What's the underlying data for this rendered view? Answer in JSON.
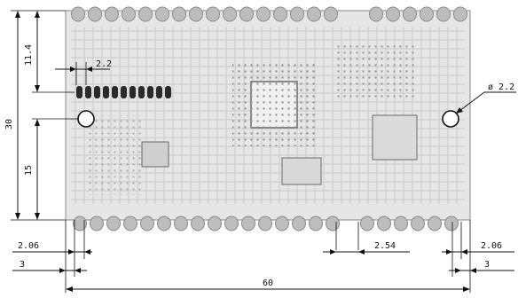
{
  "board": {
    "colors": {
      "background": "#ffffff",
      "board_fill": "#e6e6e6",
      "trace": "#9a9a9a",
      "pad": "#bdbdbd",
      "via": "#6e6e6e",
      "chip": "#a6a6a6",
      "dim_line": "#111111"
    },
    "top_pad_count": 16,
    "top_right_pad_count": 6,
    "bottom_pad_count": 16,
    "bottom_right_pad_count": 6,
    "header_pin_count": 11
  },
  "dimensions": {
    "height_total": "30",
    "top_offset": "11.4",
    "lower_offset": "15",
    "header_spacing": "2.2",
    "hole_diameter": "ø 2.2",
    "left_pad_offset": "2.06",
    "left_edge": "3",
    "pad_pitch": "2.54",
    "right_pad_offset": "2.06",
    "right_edge": "3",
    "width_total": "60"
  }
}
